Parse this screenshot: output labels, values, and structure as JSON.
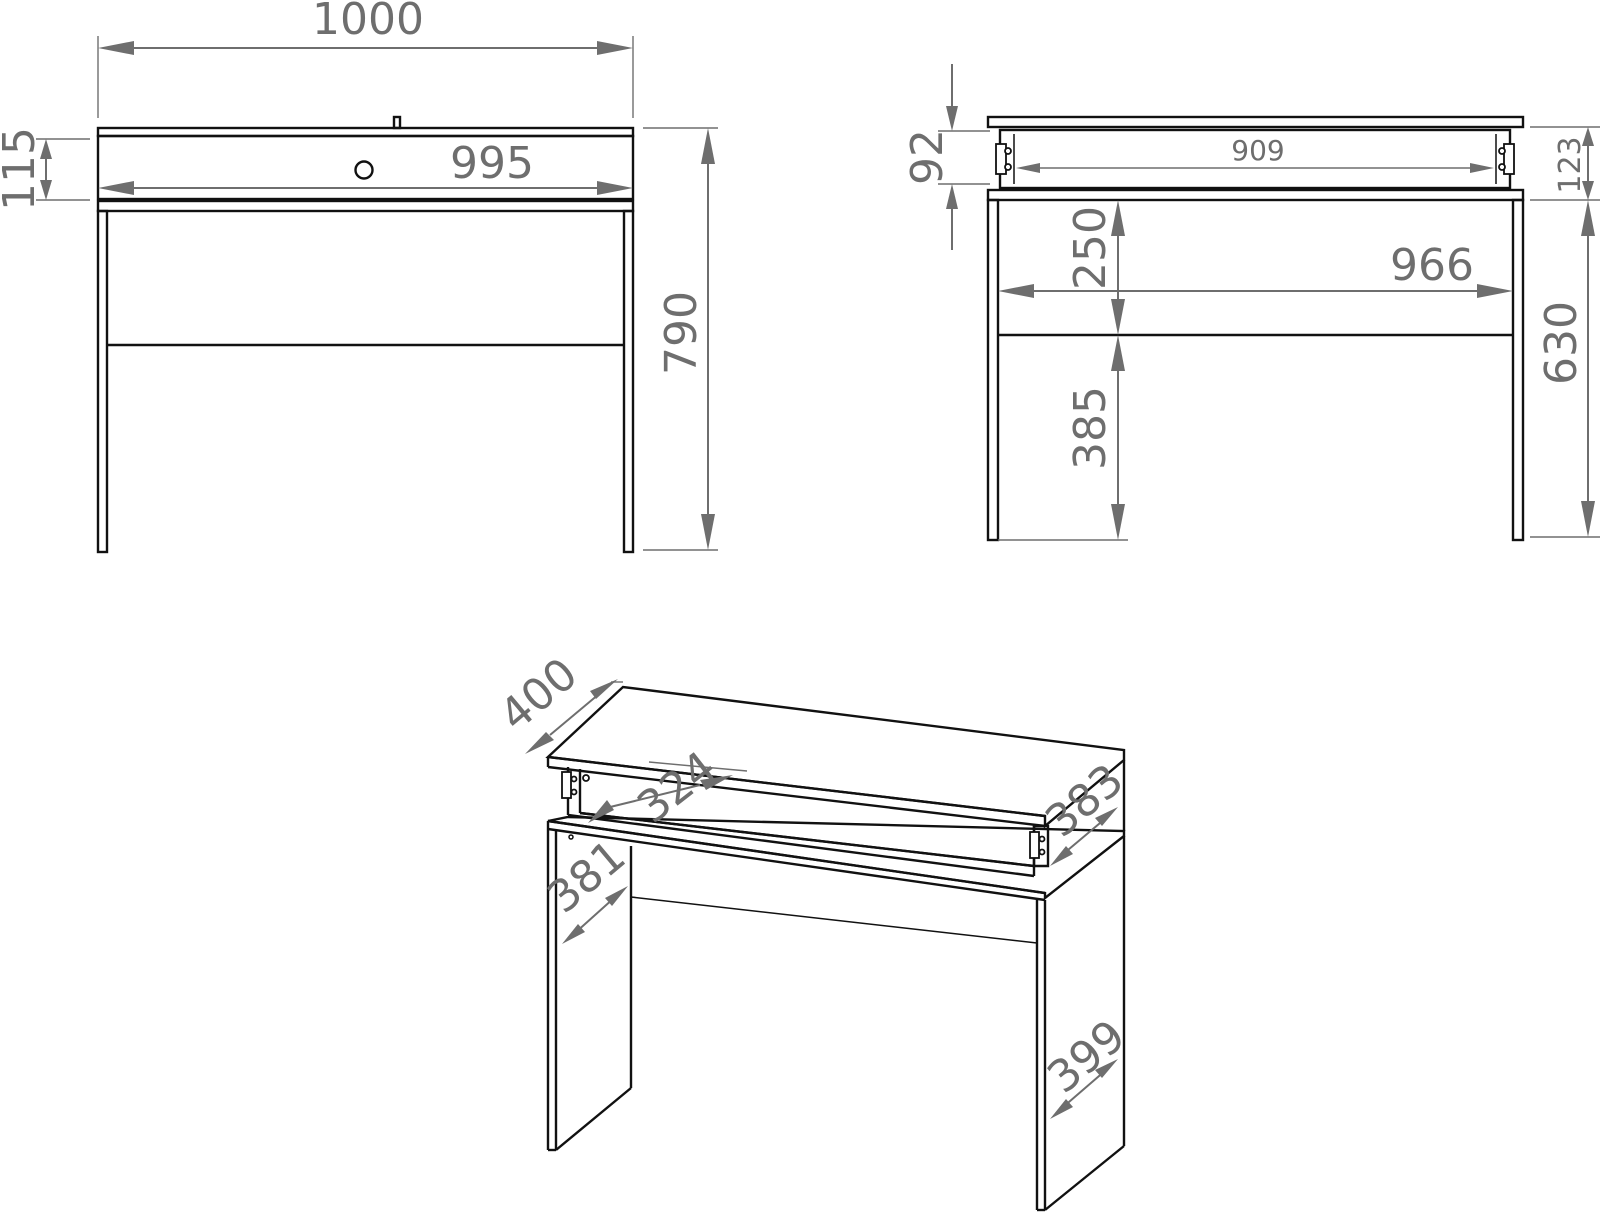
{
  "diagram": {
    "front_view": {
      "width_overall": "1000",
      "width_drawer": "995",
      "height_drawer": "115",
      "height_overall": "790"
    },
    "top_view": {
      "depth_drawer_inner": "92",
      "width_drawer_inner": "909",
      "height_drawer_side": "123",
      "height_upper": "250",
      "width_inner": "966",
      "height_lower": "385",
      "height_legs": "630"
    },
    "iso_view": {
      "depth_top": "400",
      "depth_drawer": "324",
      "depth_side_upper": "383",
      "depth_side_left": "381",
      "depth_side_right": "399"
    },
    "colors": {
      "outline": "#111111",
      "dimension": "#6e6e6e"
    }
  }
}
